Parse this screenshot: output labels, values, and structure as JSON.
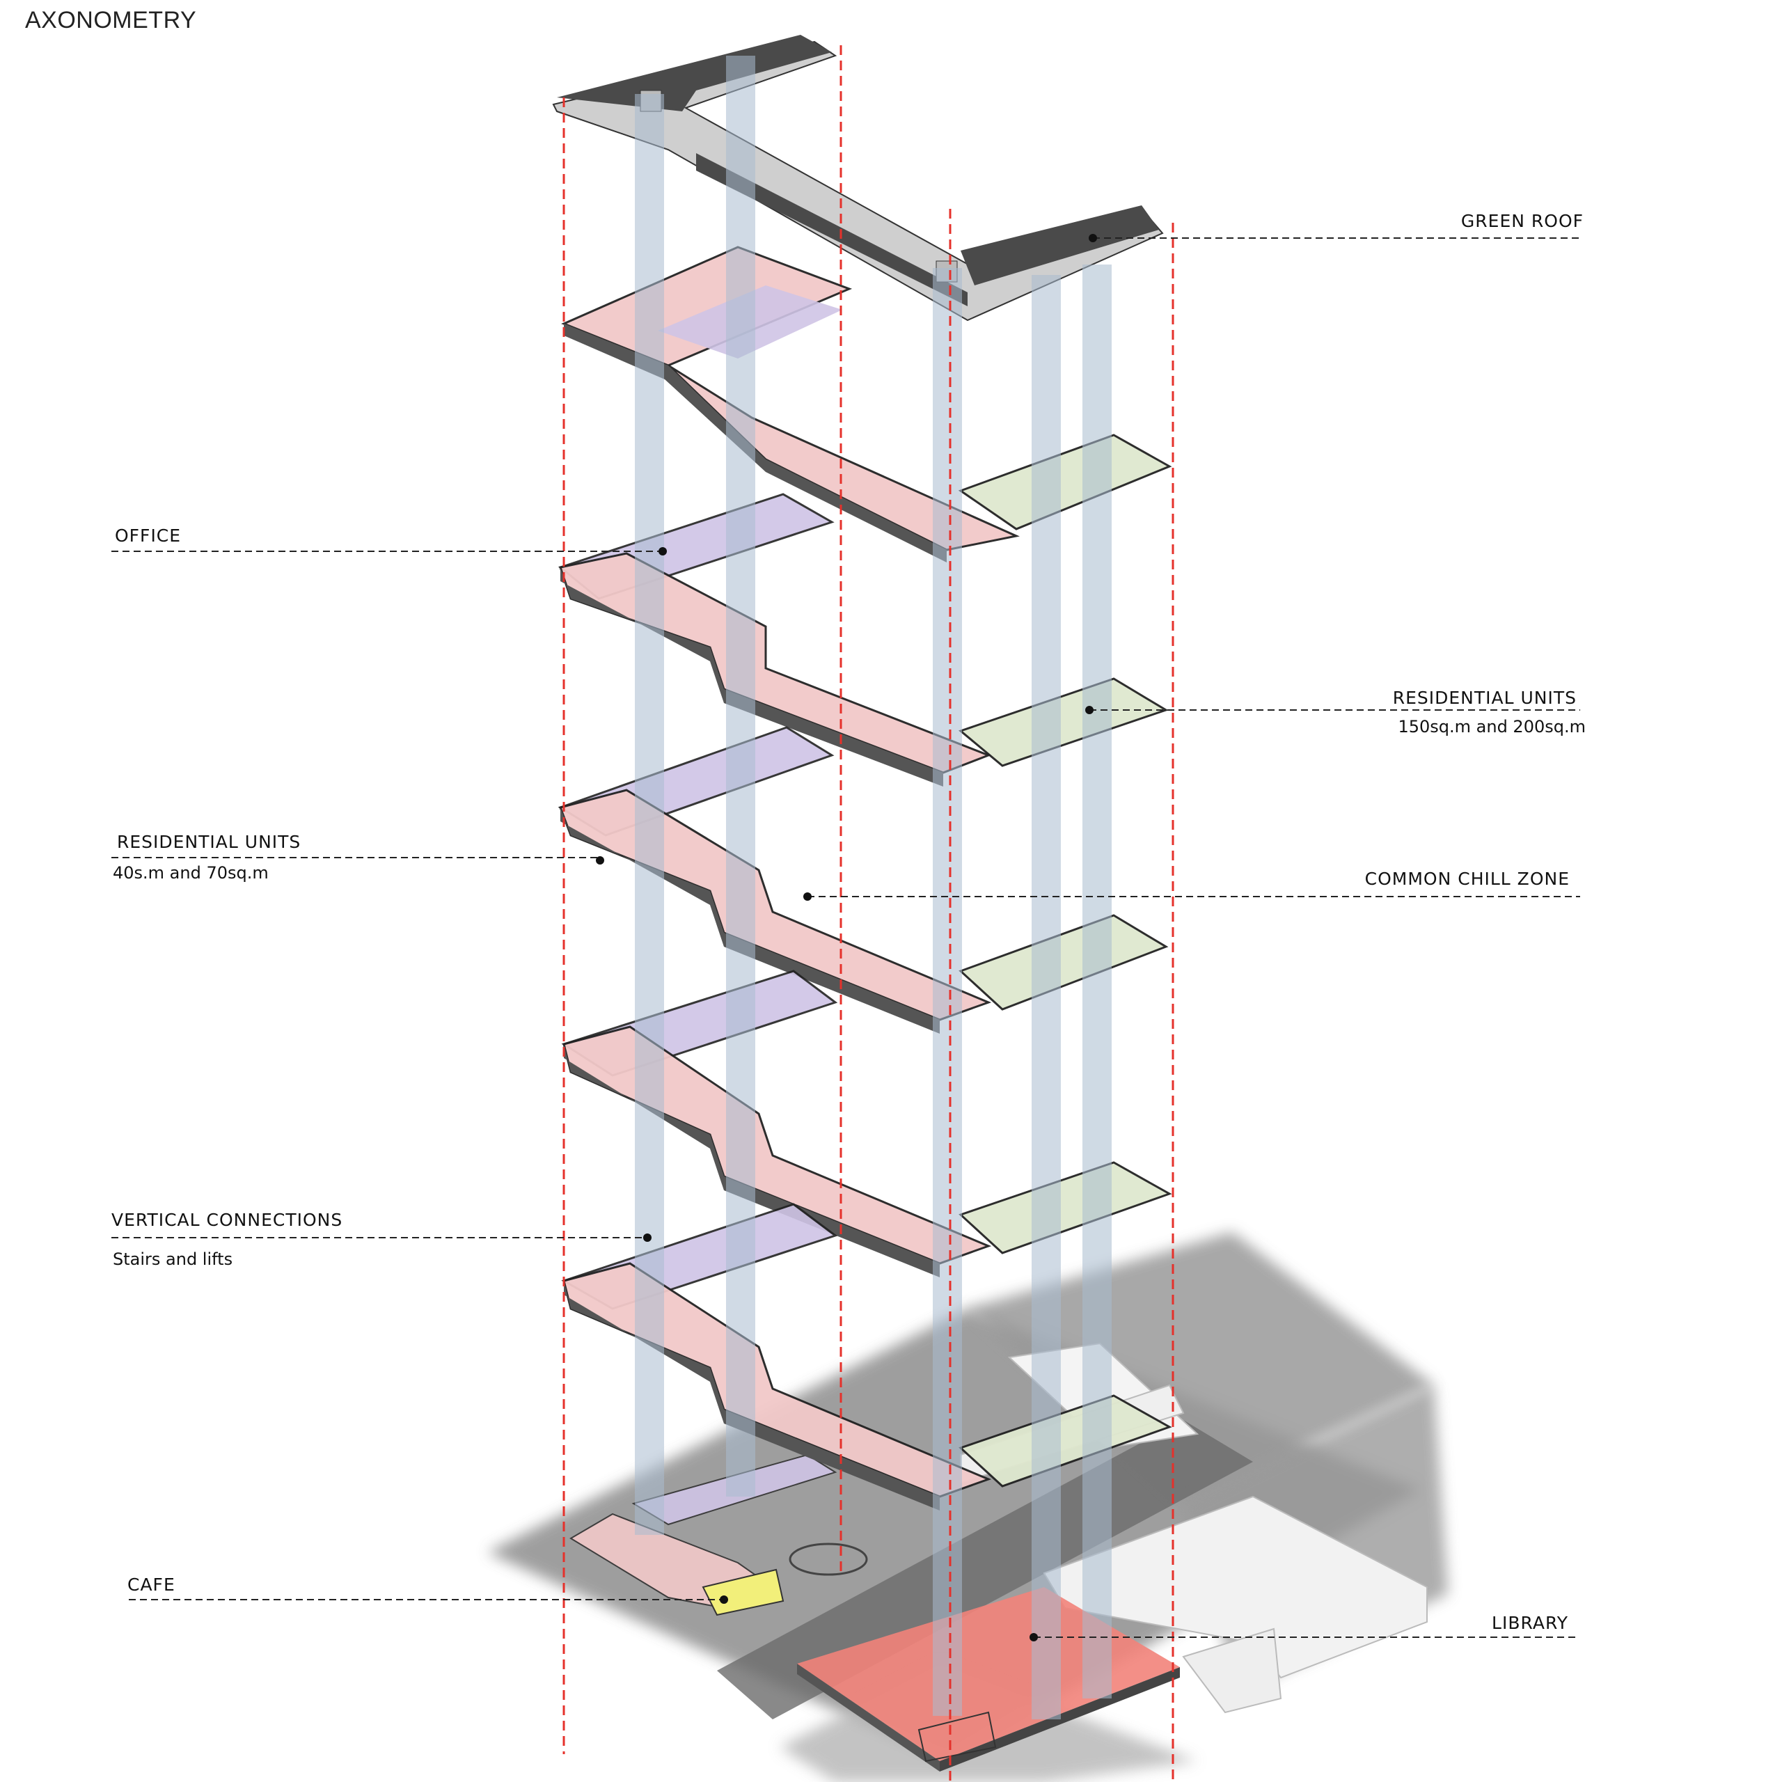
{
  "title": "AXONOMETRY",
  "labels": {
    "green_roof": "GREEN ROOF",
    "office": "OFFICE",
    "residential_large": "RESIDENTIAL UNITS",
    "residential_large_sub": "150sq.m and 200sq.m",
    "residential_small": "RESIDENTIAL UNITS",
    "residential_small_sub": "40s.m and 70sq.m",
    "common_chill_zone": "COMMON CHILL ZONE",
    "vertical_connections": "VERTICAL CONNECTIONS",
    "vertical_connections_sub": "Stairs and lifts",
    "cafe": "CAFE",
    "library": "LIBRARY"
  },
  "colors": {
    "residential_small": "#f2c9c9",
    "office": "#cfc4e6",
    "residential_large": "#dfe8cf",
    "vertical_core": "#a9bccf",
    "guide_line": "#e5312b",
    "library": "#f2837a",
    "cafe": "#f2ef7a",
    "site": "#9a9a9a",
    "roof": "#4a4a4a"
  }
}
